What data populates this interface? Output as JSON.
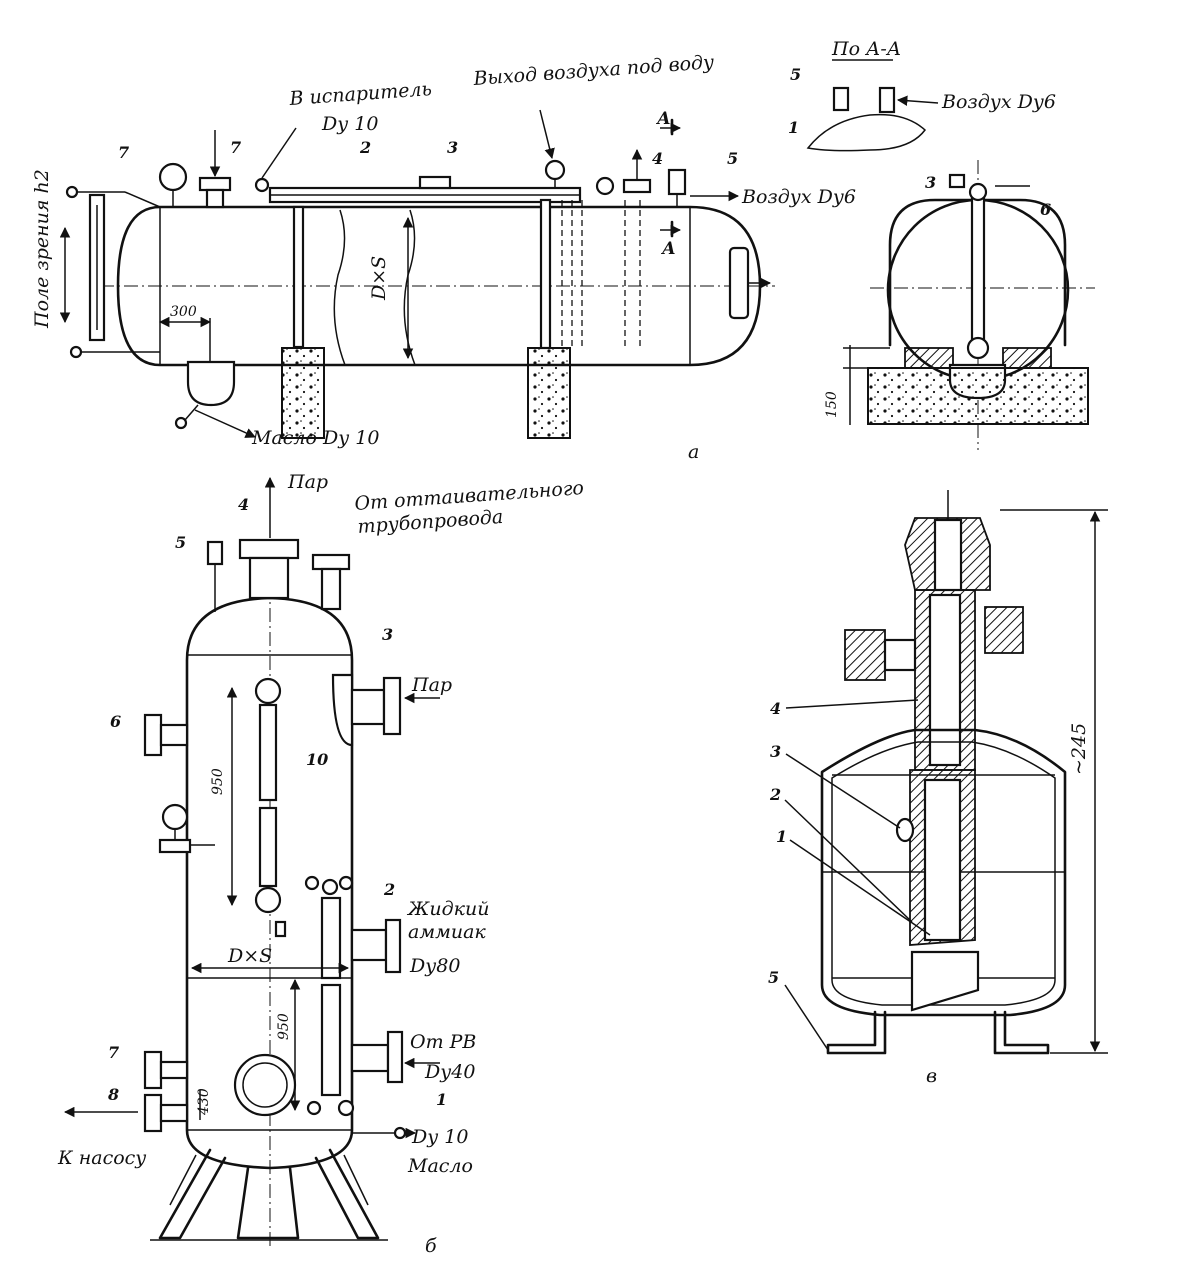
{
  "figure_a": {
    "label": "а",
    "labels": {
      "to_evaporator": "В испаритель",
      "to_evaporator_dn": "Dу 10",
      "air_outlet": "Выход воздуха под воду",
      "air_right": "Воздух Dу6",
      "oil": "Масло Dу 10",
      "sight_field": "Поле зрения h2",
      "dxs": "D×S",
      "dim_300": "300",
      "section_A": "А",
      "height_150": "150"
    },
    "part_numbers": [
      "7",
      "7",
      "2",
      "3",
      "4",
      "5",
      "6",
      "3"
    ],
    "section_view": {
      "title": "По А-А",
      "air": "Воздух Dу6",
      "num_5": "5",
      "num_1": "1"
    }
  },
  "figure_b": {
    "label": "б",
    "labels": {
      "steam_top": "Пар",
      "from_thaw_line_1": "От оттаивательного",
      "from_thaw_line_2": "трубопровода",
      "steam_side": "Пар",
      "liquid_ammonia_1": "Жидкий",
      "liquid_ammonia_2": "аммиак",
      "liquid_ammonia_dn": "Dу80",
      "from_rv": "От РВ",
      "from_rv_dn": "Dу40",
      "to_pumps": "К насосу",
      "oil_dn": "Dу 10",
      "oil": "Масло",
      "dim_950_top": "950",
      "dim_950_bot": "950",
      "dim_430": "430",
      "dxs": "D×S"
    },
    "part_numbers": [
      "5",
      "4",
      "3",
      "6",
      "10",
      "2",
      "1",
      "7",
      "8"
    ]
  },
  "figure_v": {
    "label": "в",
    "labels": {
      "height": "~245"
    },
    "part_numbers": [
      "4",
      "3",
      "2",
      "1",
      "5"
    ]
  }
}
